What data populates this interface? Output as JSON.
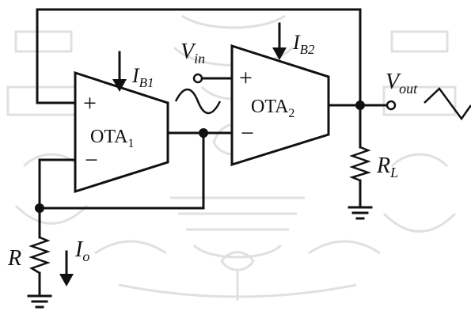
{
  "colors": {
    "ink": "#111111",
    "watermark": "#d9d9d9",
    "background": "#ffffff"
  },
  "diagram": {
    "ota1": {
      "name": "OTA",
      "sub": "1",
      "plus": "+",
      "minus": "−",
      "bias": "I",
      "bias_sub": "B1"
    },
    "ota2": {
      "name": "OTA",
      "sub": "2",
      "plus": "+",
      "minus": "−",
      "bias": "I",
      "bias_sub": "B2"
    },
    "vin": {
      "sym": "V",
      "sub": "in"
    },
    "vout": {
      "sym": "V",
      "sub": "out"
    },
    "rl": {
      "sym": "R",
      "sub": "L"
    },
    "r": {
      "sym": "R"
    },
    "io": {
      "sym": "I",
      "sub": "o"
    },
    "icons": [
      "sine-wave-icon",
      "triangle-wave-icon",
      "ground-icon",
      "watermark-seal"
    ]
  }
}
